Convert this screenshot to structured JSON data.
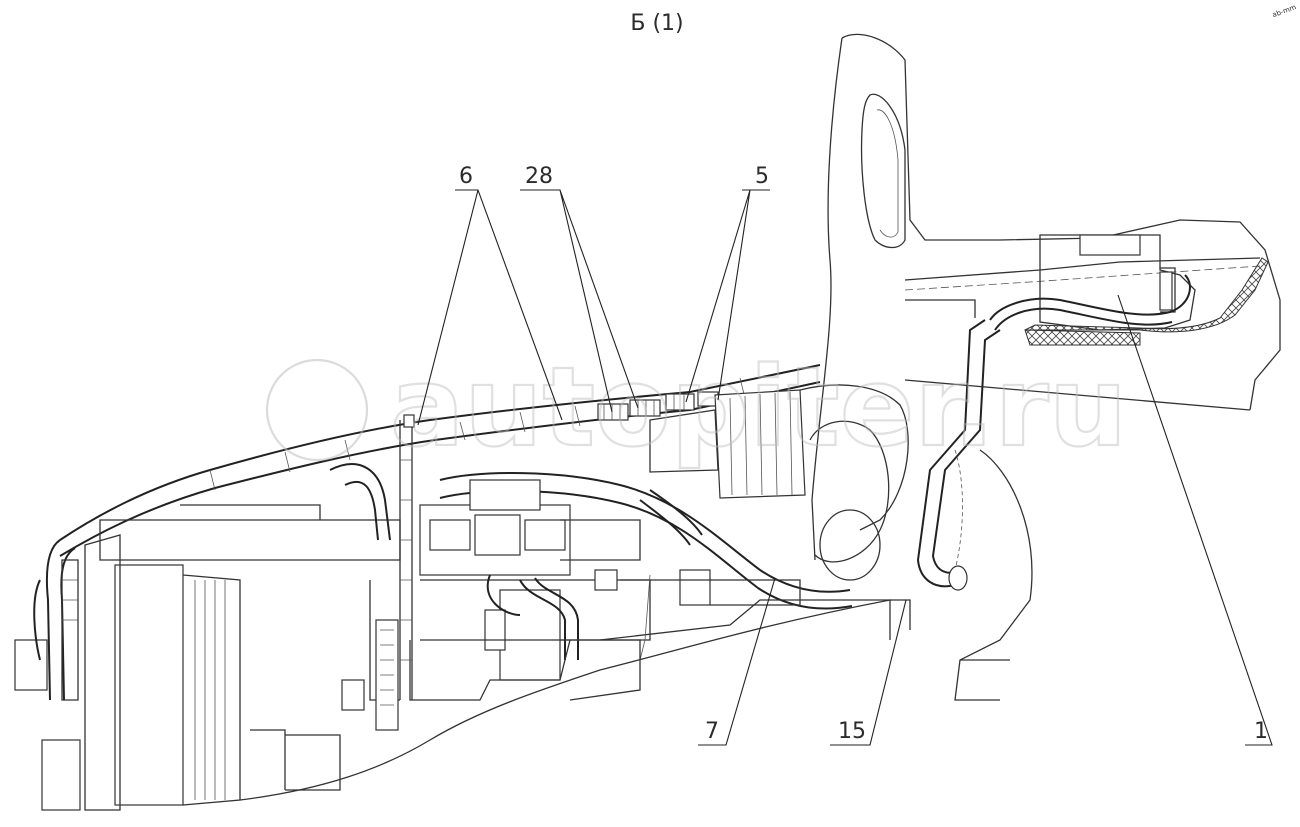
{
  "view_title": "Б (1)",
  "corner_mark": "ab-mm",
  "watermark": "autopiter.ru",
  "callouts": [
    {
      "id": "callout-6",
      "label": "6"
    },
    {
      "id": "callout-28",
      "label": "28"
    },
    {
      "id": "callout-5",
      "label": "5"
    },
    {
      "id": "callout-7",
      "label": "7"
    },
    {
      "id": "callout-15",
      "label": "15"
    },
    {
      "id": "callout-1",
      "label": "1"
    }
  ]
}
